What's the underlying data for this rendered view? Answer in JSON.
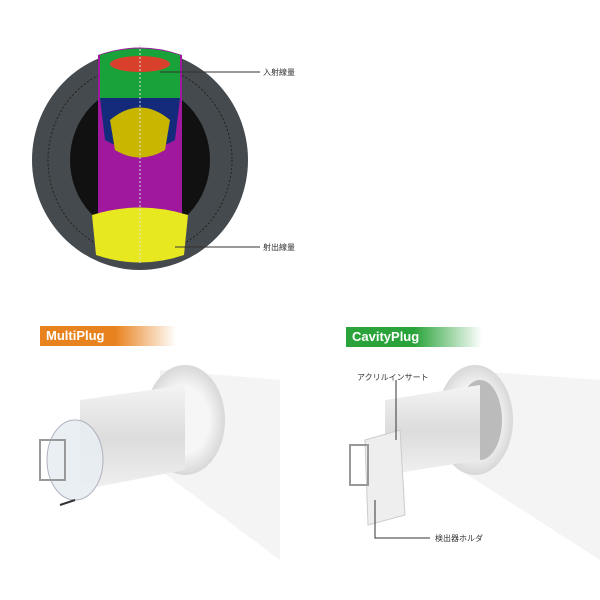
{
  "phantom_diagram": {
    "labels": {
      "entrance_dose": "入射線量",
      "exit_dose": "射出線量"
    }
  },
  "multiplug": {
    "title": "MultiPlug",
    "color": "#e8821e"
  },
  "cavityplug": {
    "title": "CavityPlug",
    "color": "#2aa33a",
    "labels": {
      "acrylic_insert": "アクリルインサート",
      "detector_holder": "検出器ホルダ"
    }
  }
}
